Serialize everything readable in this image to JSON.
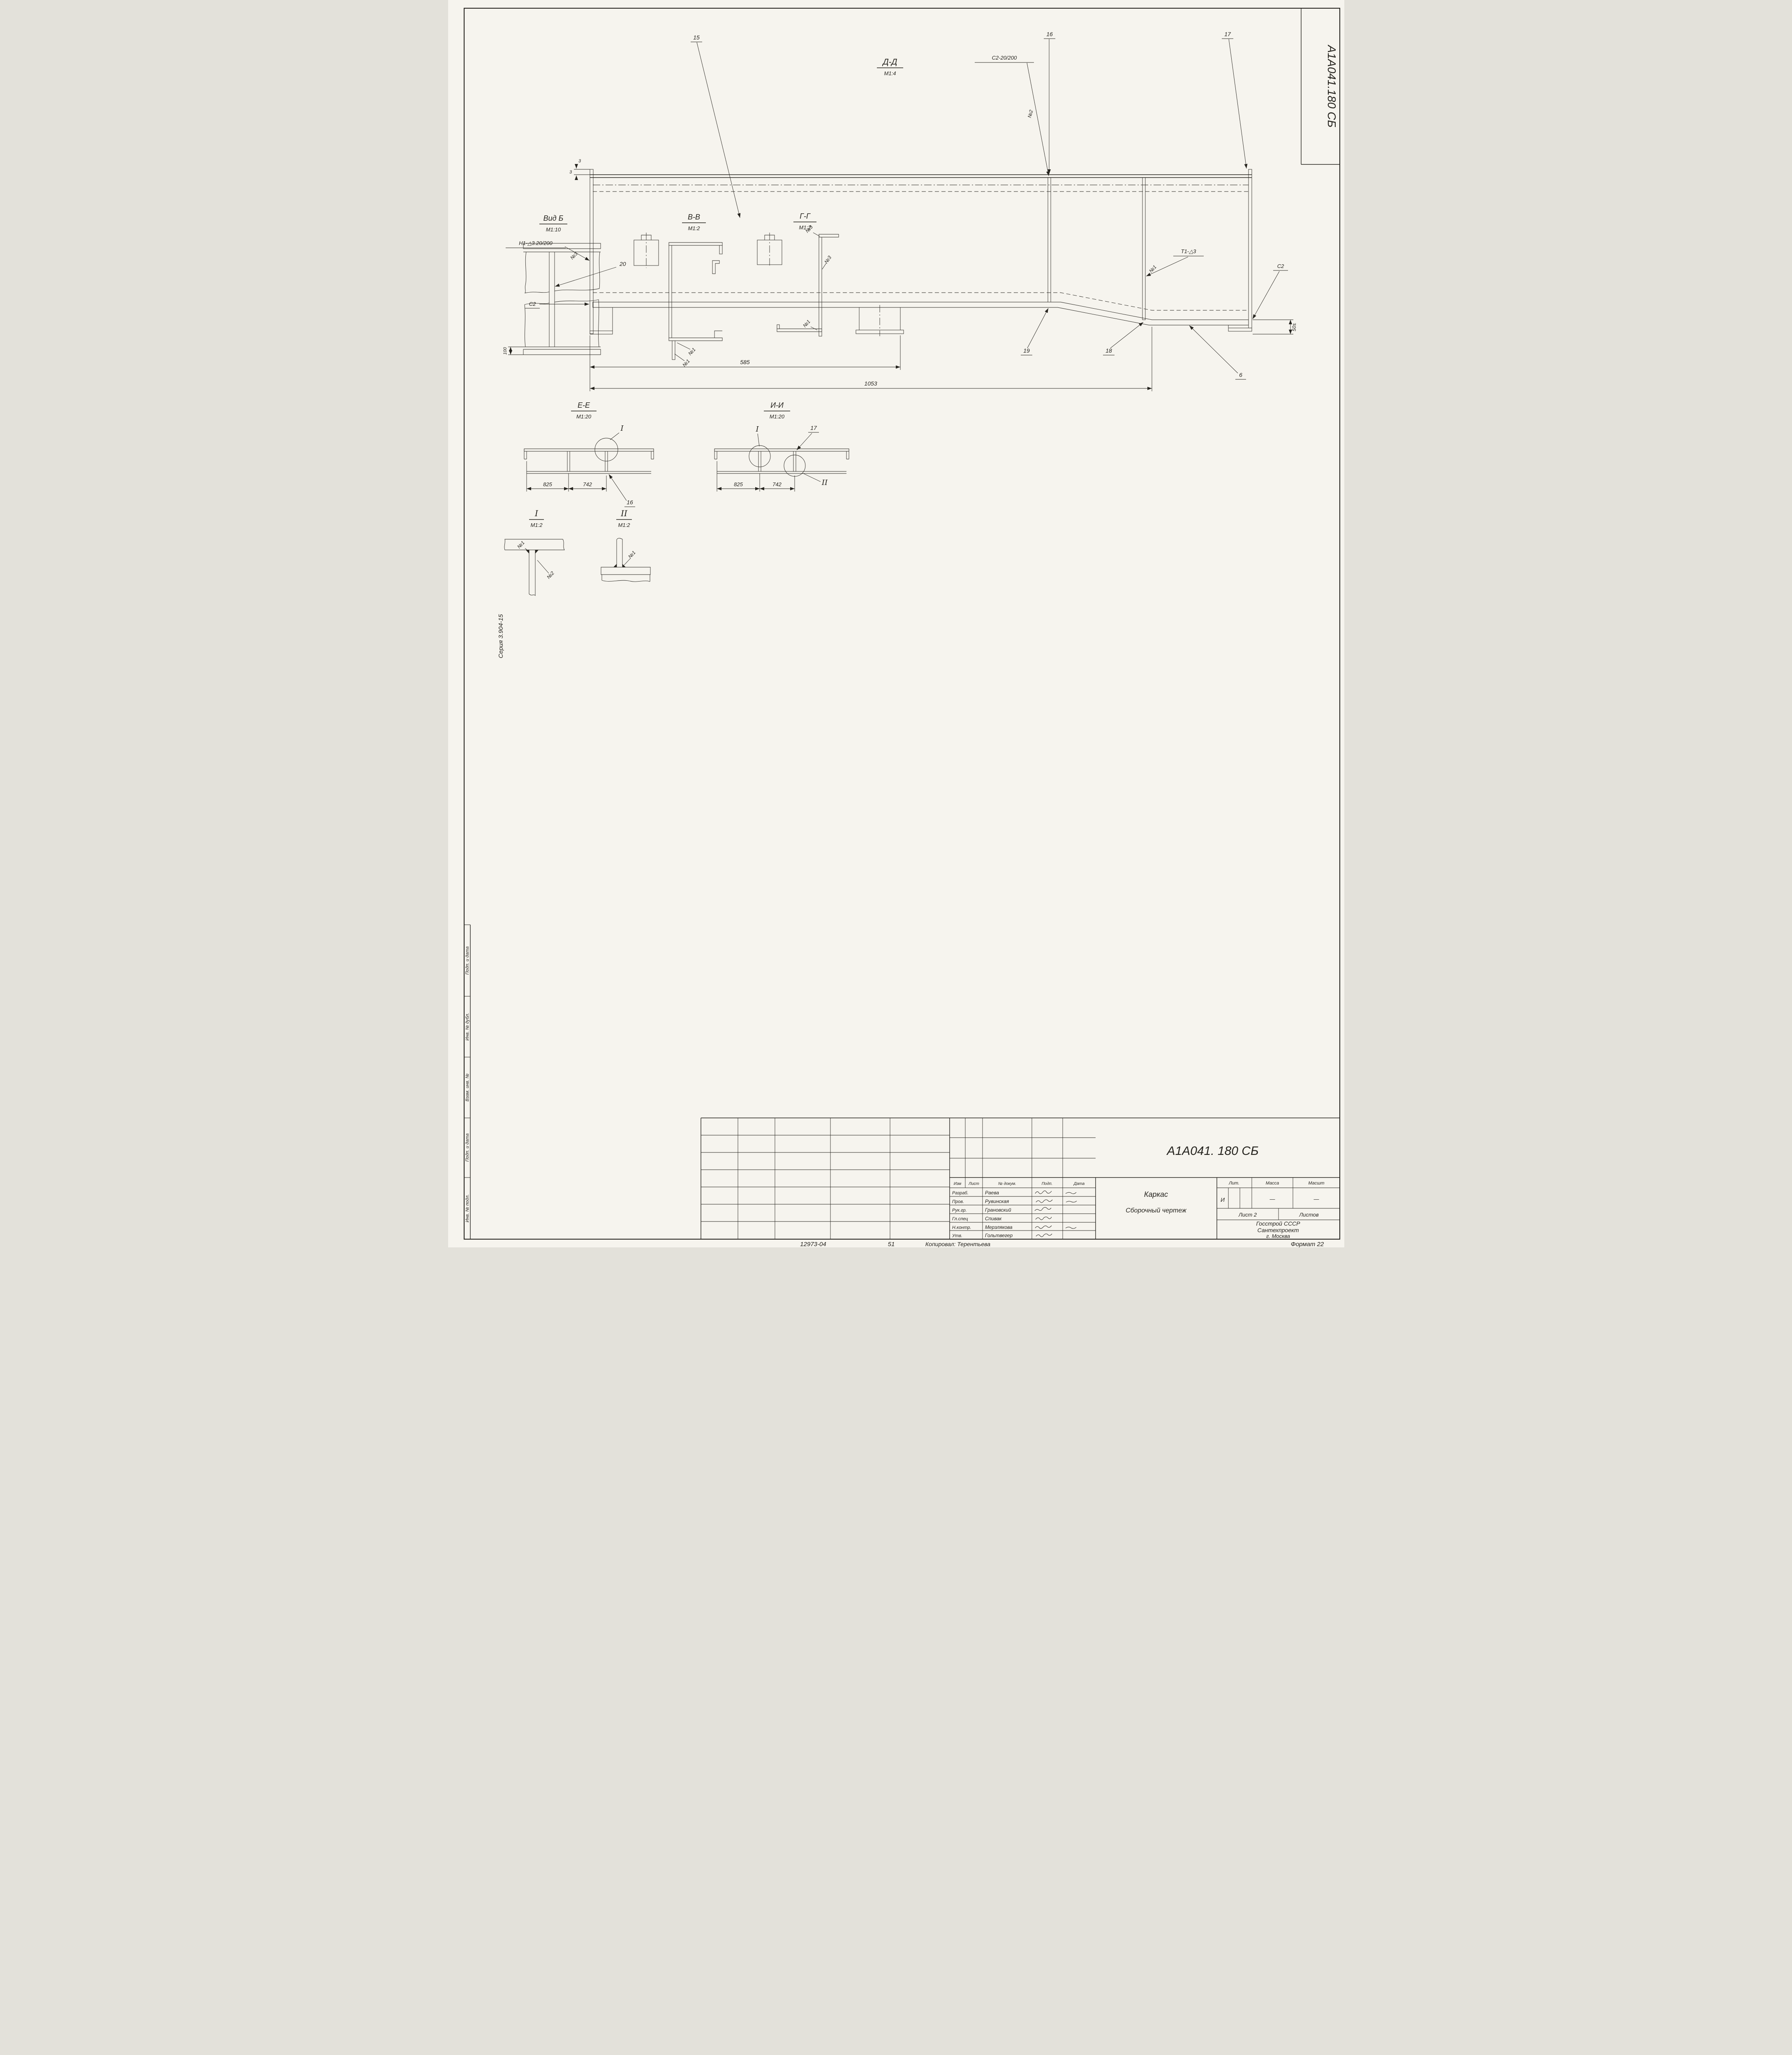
{
  "doc": {
    "corner_code": "А1А041.180 СБ",
    "series": "Серия 3.904-15"
  },
  "margin": {
    "cells": [
      "Подп. и дата",
      "Инв. № дубл.",
      "Взам. инв. №",
      "Подп. и дата",
      "Инв. № подл."
    ]
  },
  "views": {
    "dd": {
      "title": "Д-Д",
      "scale": "М1:4",
      "pos15": "15",
      "pos16": "16",
      "pos17": "17",
      "pos18": "18",
      "pos19": "19",
      "pos6": "6",
      "welds": {
        "top": "С2-20/200",
        "n2": "№2",
        "left": "Н1-△3.20/200",
        "left_tag": "№3",
        "c2l": "С2",
        "t1": "Т1-△3",
        "n1": "№1",
        "c2r": "С2"
      },
      "dims": {
        "d3a": "3",
        "d3b": "3",
        "d585": "585",
        "d1053": "1053",
        "d50": "50±"
      }
    },
    "vb": {
      "title": "Вид Б",
      "scale": "М1:10",
      "pos20": "20",
      "dim100": "100"
    },
    "vv": {
      "title": "В-В",
      "scale": "М1:2",
      "n1a": "№1",
      "n1b": "№1"
    },
    "gg": {
      "title": "Г-Г",
      "scale": "М1:2",
      "n3a": "№3",
      "n3b": "№3",
      "n1": "№1"
    },
    "ee": {
      "title": "Е-Е",
      "scale": "М1:20",
      "det": "I",
      "pos16": "16",
      "d825": "825",
      "d742": "742"
    },
    "ii": {
      "title": "И-И",
      "scale": "М1:20",
      "det1": "I",
      "det2": "II",
      "pos17": "17",
      "d825": "825",
      "d742": "742"
    },
    "d1": {
      "title": "I",
      "scale": "М1:2",
      "n1": "№1",
      "n2": "№2"
    },
    "d2": {
      "title": "II",
      "scale": "М1:2",
      "n1": "№1"
    }
  },
  "titleblock": {
    "code": "А1А041. 180 СБ",
    "name": "Каркас",
    "doctype": "Сборочный чертеж",
    "header": {
      "izm": "Изм",
      "list": "Лист",
      "doc": "№ докум.",
      "podp": "Подп.",
      "data": "Дата"
    },
    "rows": [
      {
        "role": "Разраб.",
        "name": "Раева"
      },
      {
        "role": "Пров.",
        "name": "Рувинская"
      },
      {
        "role": "Рук.гр.",
        "name": "Грановский"
      },
      {
        "role": "Гл.спец",
        "name": "Спивак"
      },
      {
        "role": "Н.контр.",
        "name": "Мерзлякова"
      },
      {
        "role": "Утв.",
        "name": "Гольтвегер"
      }
    ],
    "lit_label": "Лит.",
    "mass_label": "Масса",
    "scale_label": "Масшт",
    "lit_value": "И",
    "mass_value": "—",
    "scale_value": "—",
    "sheet_label": "Лист 2",
    "sheets_label": "Листов",
    "org": [
      "Госстрой СССР",
      "Сантехпроект",
      "г. Москва"
    ]
  },
  "footer": {
    "order": "12973-04",
    "num": "51",
    "copy": "Копировал: Терентьева",
    "format": "Формат 22"
  }
}
